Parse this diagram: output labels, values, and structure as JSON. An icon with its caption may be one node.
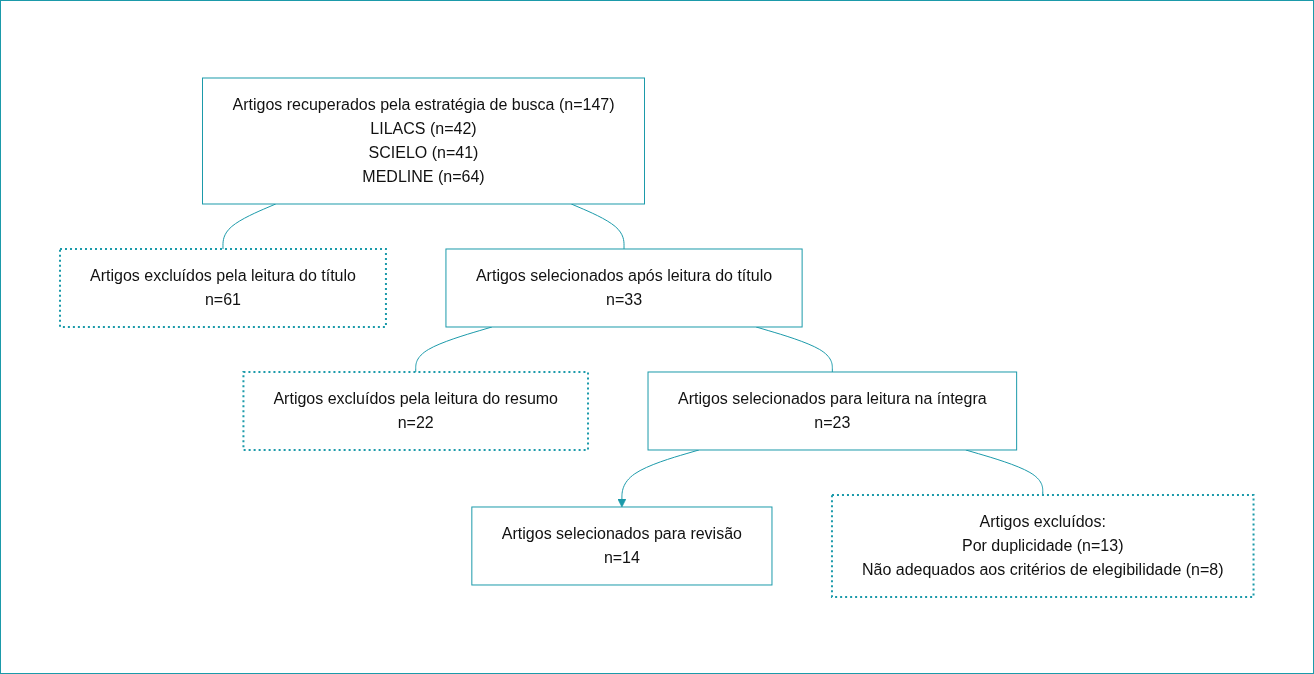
{
  "diagram": {
    "nodes": [
      {
        "text": [
          "Artigos recuperados pela estratégia de busca (n=147)",
          "LILACS (n=42)",
          "SCIELO (n=41)",
          "MEDLINE (n=64)"
        ]
      },
      {
        "text": [
          "Artigos excluídos pela leitura do título",
          "n=61"
        ]
      },
      {
        "text": [
          "Artigos selecionados após leitura do título",
          "n=33"
        ]
      },
      {
        "text": [
          "Artigos excluídos pela leitura do resumo",
          "n=22"
        ]
      },
      {
        "text": [
          "Artigos selecionados para leitura na íntegra",
          "n=23"
        ]
      },
      {
        "text": [
          "Artigos excluídos:",
          "Por duplicidade (n=13)",
          "Não adequados aos critérios de elegibilidade (n=8)"
        ]
      },
      {
        "text": [
          "Artigos selecionados para revisão",
          "n=14"
        ]
      }
    ],
    "edges": [
      {
        "from": 0,
        "to": 2,
        "arrow": "none"
      },
      {
        "from": 0,
        "to": 1,
        "arrow": "none"
      },
      {
        "from": 2,
        "to": 4,
        "arrow": "none"
      },
      {
        "from": 2,
        "to": 3,
        "arrow": "none"
      },
      {
        "from": 4,
        "to": 6,
        "arrow": "to"
      },
      {
        "from": 4,
        "to": 5,
        "arrow": "none"
      }
    ]
  }
}
